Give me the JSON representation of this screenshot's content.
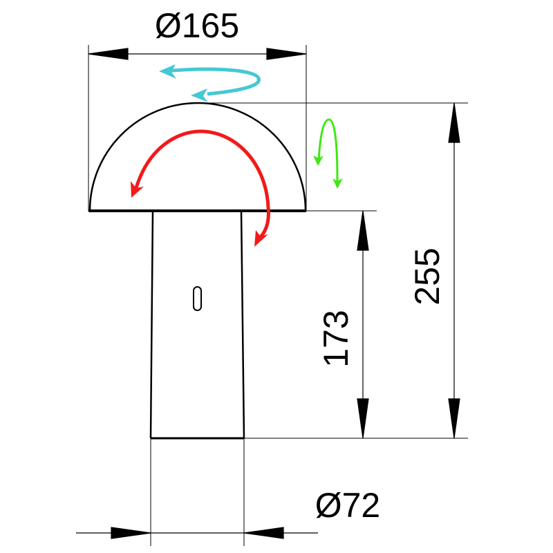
{
  "dimensions": {
    "head_diameter": "Ø165",
    "total_height": "255",
    "stem_height": "173",
    "base_diameter": "Ø72"
  },
  "colors": {
    "rotate_horizontal": "#45c8d4",
    "tilt_head": "#f21a1a",
    "tilt_vertical": "#3ee812",
    "outline": "#000000"
  }
}
